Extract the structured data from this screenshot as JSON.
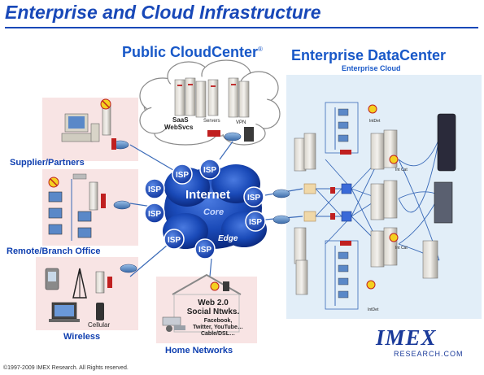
{
  "title": "Enterprise and Cloud Infrastructure",
  "public_cloud": {
    "title": "Public CloudCenter",
    "reg_mark": "®",
    "saas_line1": "SaaS",
    "saas_line2": "WebSvcs",
    "servers_label": "Servers",
    "vpn_label": "VPN"
  },
  "enterprise": {
    "title": "Enterprise DataCenter",
    "subtitle": "Enterprise Cloud",
    "intdet_labels": [
      "IntDet",
      "Int Cat",
      "Int Cat",
      "IntDet"
    ]
  },
  "internet": {
    "label": "Internet",
    "core": "Core",
    "edge": "Edge",
    "isp_label": "ISP"
  },
  "sites": {
    "supplier": "Supplier/Partners",
    "remote": "Remote/Branch Office",
    "wireless": "Wireless",
    "cellular": "Cellular",
    "home": "Home Networks"
  },
  "home_box": {
    "line1": "Web 2.0",
    "line2": "Social Ntwks.",
    "line3": "Facebook,",
    "line4": "Twitter, YouTube…",
    "line5": "Cable/DSL…"
  },
  "logo": {
    "main": "IMEX",
    "sub": "RESEARCH.COM"
  },
  "copyright": "©1997-2009 IMEX Research. All Rights reserved.",
  "colors": {
    "title_blue": "#1848b8",
    "cloud_blue": "#1a50c0",
    "panel_pink": "#f8e4e4",
    "panel_lightblue": "#e2eef8",
    "link_blue": "#3a6ab8",
    "firewall_red": "#c02020"
  }
}
